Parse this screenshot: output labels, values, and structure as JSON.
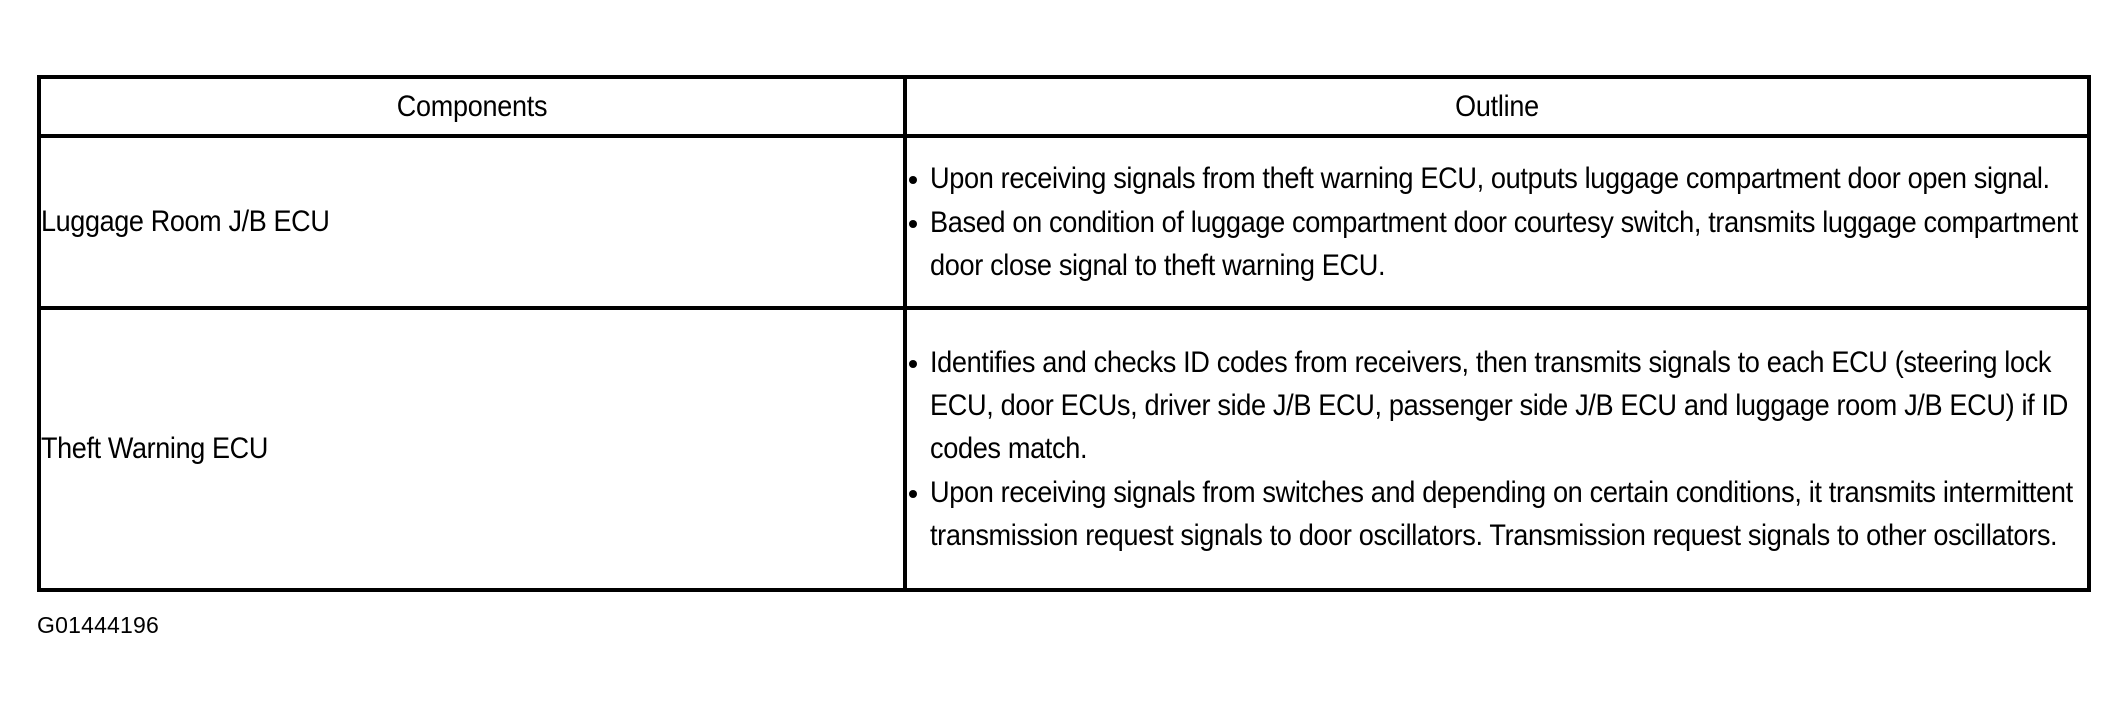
{
  "table": {
    "headers": {
      "components": "Components",
      "outline": "Outline"
    },
    "rows": [
      {
        "component": "Luggage Room J/B ECU",
        "outline_bullets": [
          "Upon receiving signals from theft warning ECU, outputs luggage compartment door open signal.",
          "Based on condition of luggage compartment door courtesy switch, transmits luggage compartment door close signal to theft warning ECU."
        ]
      },
      {
        "component": "Theft Warning ECU",
        "outline_bullets": [
          "Identifies and checks ID codes from receivers, then transmits signals to each ECU (steering lock ECU, door ECUs, driver side J/B ECU, passenger side J/B ECU and luggage room J/B ECU) if ID codes match.",
          "Upon receiving signals from switches and depending on certain conditions, it transmits intermittent transmission request signals to door oscillators. Transmission request signals to other oscillators."
        ]
      }
    ]
  },
  "figure_code": "G01444196",
  "colors": {
    "border": "#000000",
    "text": "#000000",
    "background": "#ffffff"
  }
}
